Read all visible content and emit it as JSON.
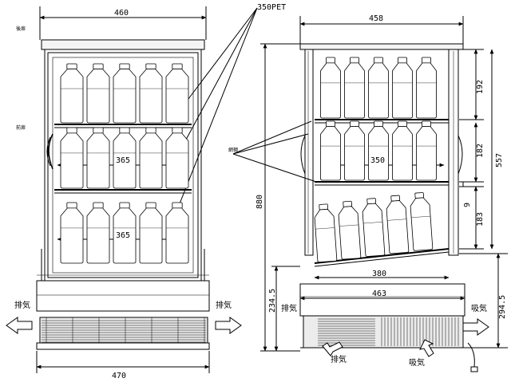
{
  "labels": {
    "pet": "350PET",
    "rear": "後扉",
    "front": "前扉",
    "shelf": "網棚",
    "exhaust": "排気",
    "intake": "吸気"
  },
  "front_view": {
    "width_top": "460",
    "width_bottom": "470",
    "shelf_width": "365",
    "shelf_width_lower": "365",
    "base_height": "234.5"
  },
  "side_view": {
    "depth_top": "458",
    "shelf_depth": "350",
    "bottom_shelf_depth": "380",
    "base_depth": "463",
    "total_height": "880",
    "interior_height": "557",
    "shelf1_spacing": "192",
    "shelf2_spacing": "182",
    "shelf_gap": "9",
    "shelf3_spacing": "183",
    "base_height_right": "294.5"
  }
}
